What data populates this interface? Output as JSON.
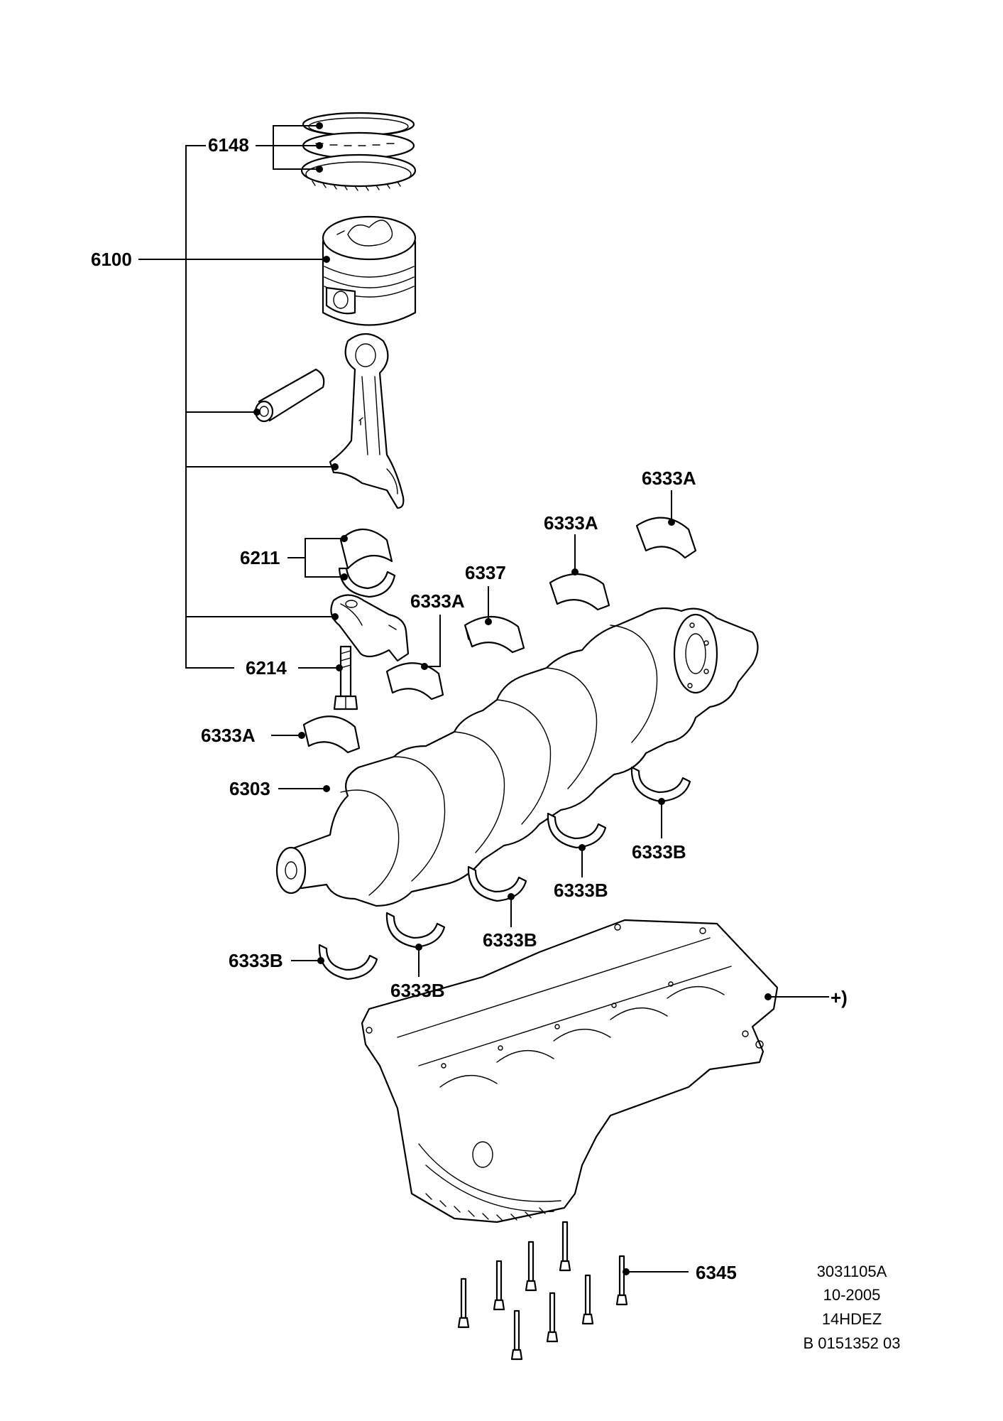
{
  "callouts": {
    "c6148": "6148",
    "c6100": "6100",
    "c6211": "6211",
    "c6214": "6214",
    "c6337": "6337",
    "c6333A_top": "6333A",
    "c6333A_mid": "6333A",
    "c6333A_rod": "6333A",
    "c6333A_left": "6333A",
    "c6303": "6303",
    "c6333B_r1": "6333B",
    "c6333B_r2": "6333B",
    "c6333B_r3": "6333B",
    "c6333B_r4": "6333B",
    "c6333B_left": "6333B",
    "c_plus": "+)",
    "c6345": "6345"
  },
  "reference": {
    "line1": "3031105A",
    "line2": "10-2005",
    "line3": "14HDEZ",
    "line4": "B 0151352 03"
  }
}
